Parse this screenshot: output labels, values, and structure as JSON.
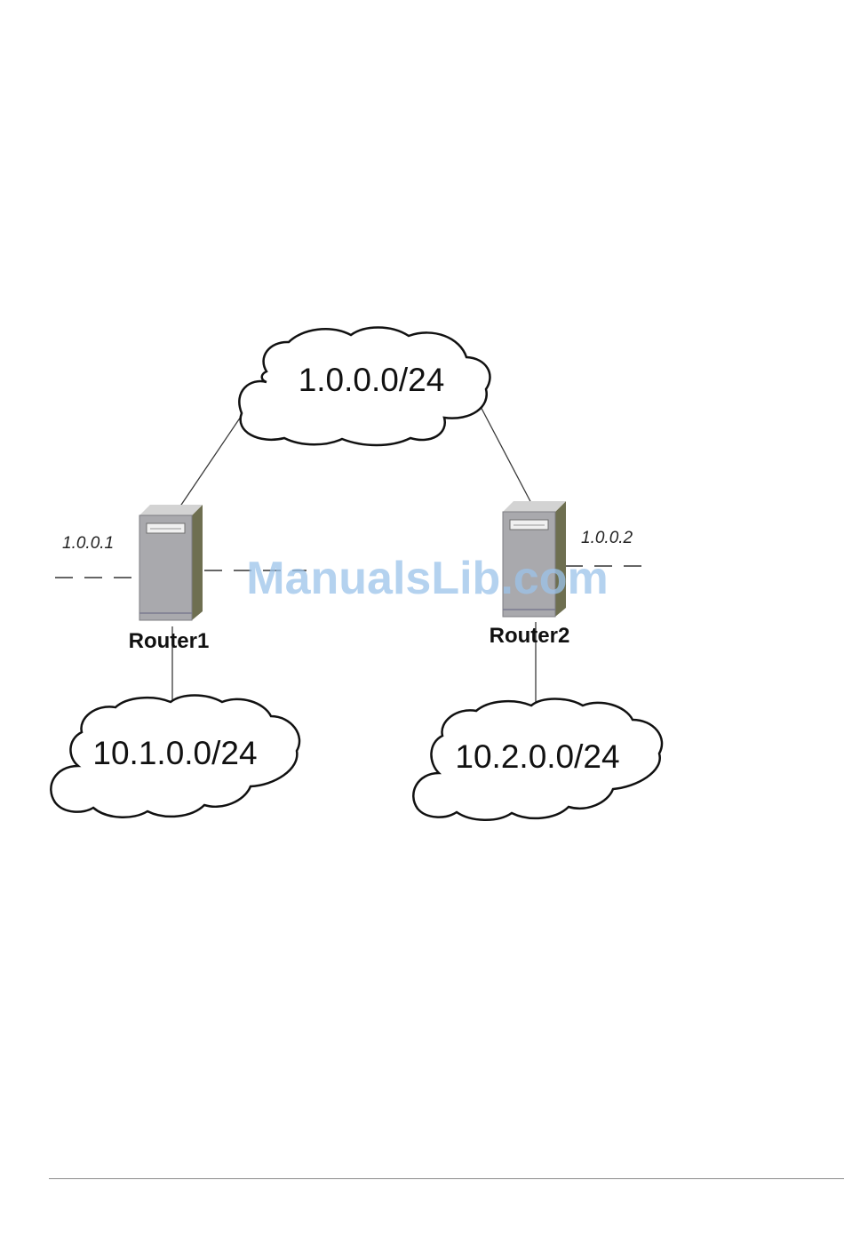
{
  "clouds": {
    "top": "1.0.0.0/24",
    "left": "10.1.0.0/24",
    "right": "10.2.0.0/24"
  },
  "routers": {
    "router1": {
      "name": "Router1",
      "ip": "1.0.0.1"
    },
    "router2": {
      "name": "Router2",
      "ip": "1.0.0.2"
    }
  },
  "watermark": "ManualsLib.com"
}
